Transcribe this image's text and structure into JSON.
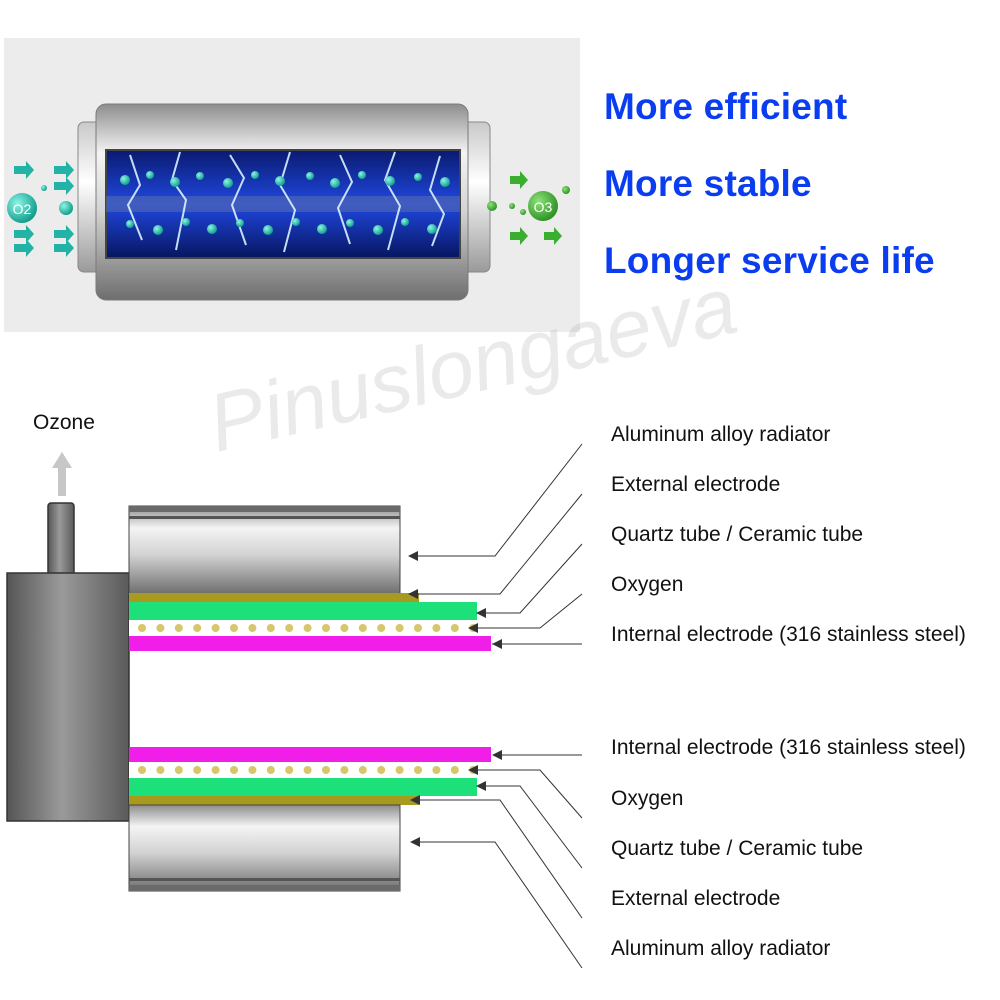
{
  "headlines": [
    "More efficient",
    "More stable",
    "Longer service life"
  ],
  "molecules": {
    "o2": "O2",
    "o3": "O3"
  },
  "ozone_label": "Ozone",
  "watermark": "Pinuslongaeva",
  "labels_top": [
    "Aluminum alloy radiator",
    "External electrode",
    "Quartz tube / Ceramic tube",
    "Oxygen",
    "Internal electrode (316 stainless steel)"
  ],
  "labels_bottom": [
    "Internal electrode (316 stainless steel)",
    "Oxygen",
    "Quartz tube / Ceramic tube",
    "External electrode",
    "Aluminum alloy radiator"
  ],
  "colors": {
    "headline": "#0a3cf0",
    "quartz": "#1de07a",
    "internal_electrode": "#f01ee8",
    "external_electrode": "#a79a1e",
    "oxygen_dot": "#d9c56a",
    "arrow_in": "#22b3a6",
    "arrow_out": "#3aae2f"
  },
  "icons": [
    "flow-arrow-icon",
    "oxygen-molecule-icon",
    "ozone-molecule-icon",
    "up-arrow-icon"
  ]
}
